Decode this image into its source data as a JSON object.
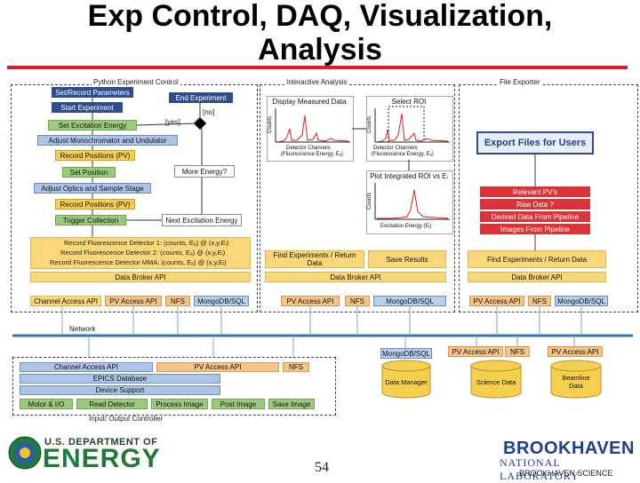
{
  "slide": {
    "title_line1": "Exp Control, DAQ, Visualization,",
    "title_line2": "Analysis",
    "page_number": "54"
  },
  "regions": {
    "python_control": "Python Experiment Control",
    "interactive": "Interactive Analysis",
    "file_exporter": "File Exporter",
    "network": "Network",
    "io_controller": "Input/ Output Controller"
  },
  "control_flow": {
    "set_record_params": "Set/Record Parameters",
    "end_experiment": "End Experiment",
    "start_experiment": "Start Experiment",
    "no": "[no]",
    "yes": "[yes]",
    "set_excitation": "Set Excitation Energy",
    "adjust_mono": "Adjust Monochromator and Undulator",
    "record_positions_1": "Record Positions (PV)",
    "set_position": "Set Position",
    "more_energy": "More Energy?",
    "adjust_optics": "Adjust Optics and Sample Stage",
    "record_positions_2": "Record Positions (PV)",
    "trigger_collection": "Trigger Collection",
    "next_excitation": "Next Excitation Energy",
    "record_det1": "Record Fluorescence Detector 1: (counts, Eₐ) @ (x,y,Eᵢ)",
    "record_det2": "Record Fluorescence Detector 2: (counts, Eₐ) @ (x,y,Eᵢ)",
    "record_detm": "Record Fluorescence Detector MMA: (counts, Eₐ) @ (x,y,Eᵢ)",
    "data_broker_api": "Data Broker API",
    "channel_access_api": "Channel Access API",
    "pv_access_api": "PV Access API",
    "nfs": "NFS",
    "mongo": "MongoDB/SQL"
  },
  "interactive": {
    "display_measured": "Display Measured Data",
    "select_roi": "Select ROI",
    "detector_channels": "Detector Channels",
    "fluorescence_energy": "(Fluorescence Energy, Eₐ)",
    "counts": "Counts",
    "plot_integrated": "Plot Integrated ROI vs Eᵢ",
    "excitation_energy": "Excitation Energy (Eᵢ)",
    "find_experiments": "Find Experiments / Return Data",
    "save_results": "Save Results",
    "data_broker_api": "Data Broker API",
    "pv_access_api": "PV Access API",
    "nfs": "NFS",
    "mongo": "MongoDB/SQL"
  },
  "exporter": {
    "export_files": "Export Files for Users",
    "relevant_pvs": "Relevant PV's",
    "raw_data": "Raw Data ?",
    "derived_data": "Derived Data From Pipeline",
    "images_pipeline": "Images From Pipeline",
    "find_experiments": "Find Experiments / Return Data",
    "data_broker_api": "Data Broker API",
    "pv_access_api": "PV Access API",
    "nfs": "NFS",
    "mongo": "MongoDB/SQL"
  },
  "storage": {
    "mongo": "MongoDB/SQL",
    "pv_access_api": "PV Access API",
    "nfs": "NFS",
    "pv_access_api_2": "PV Access API",
    "data_manager": "Data Manager",
    "science_data": "Science Data",
    "beamline_data": "Beamline Data"
  },
  "ioc": {
    "channel_access_api": "Channel Access API",
    "pv_access_api": "PV Access API",
    "nfs": "NFS",
    "epics_database": "EPICS Database",
    "device_support": "Device Support",
    "motor_io": "Motor & I/O",
    "read_detector": "Read Detector",
    "process_image": "Process Image",
    "post_image": "Post Image",
    "save_image": "Save Image"
  },
  "logos": {
    "doe_line1": "U.S. DEPARTMENT OF",
    "doe_line2": "ENERGY",
    "bnl_line1": "BROOKHAVEN",
    "bnl_line2": "NATIONAL LABORATORY",
    "bnl_line3": "BROOKHAVEN SCIENCE"
  },
  "colors": {
    "title_red_rule": "#d8202a",
    "control_blue": "#2e4c8e",
    "api_orange": "#f6c489",
    "db_yellow": "#f7cf4e",
    "export_red": "#d9343a",
    "network_blue": "#3a73b8",
    "doe_green": "#1f7a3a"
  }
}
